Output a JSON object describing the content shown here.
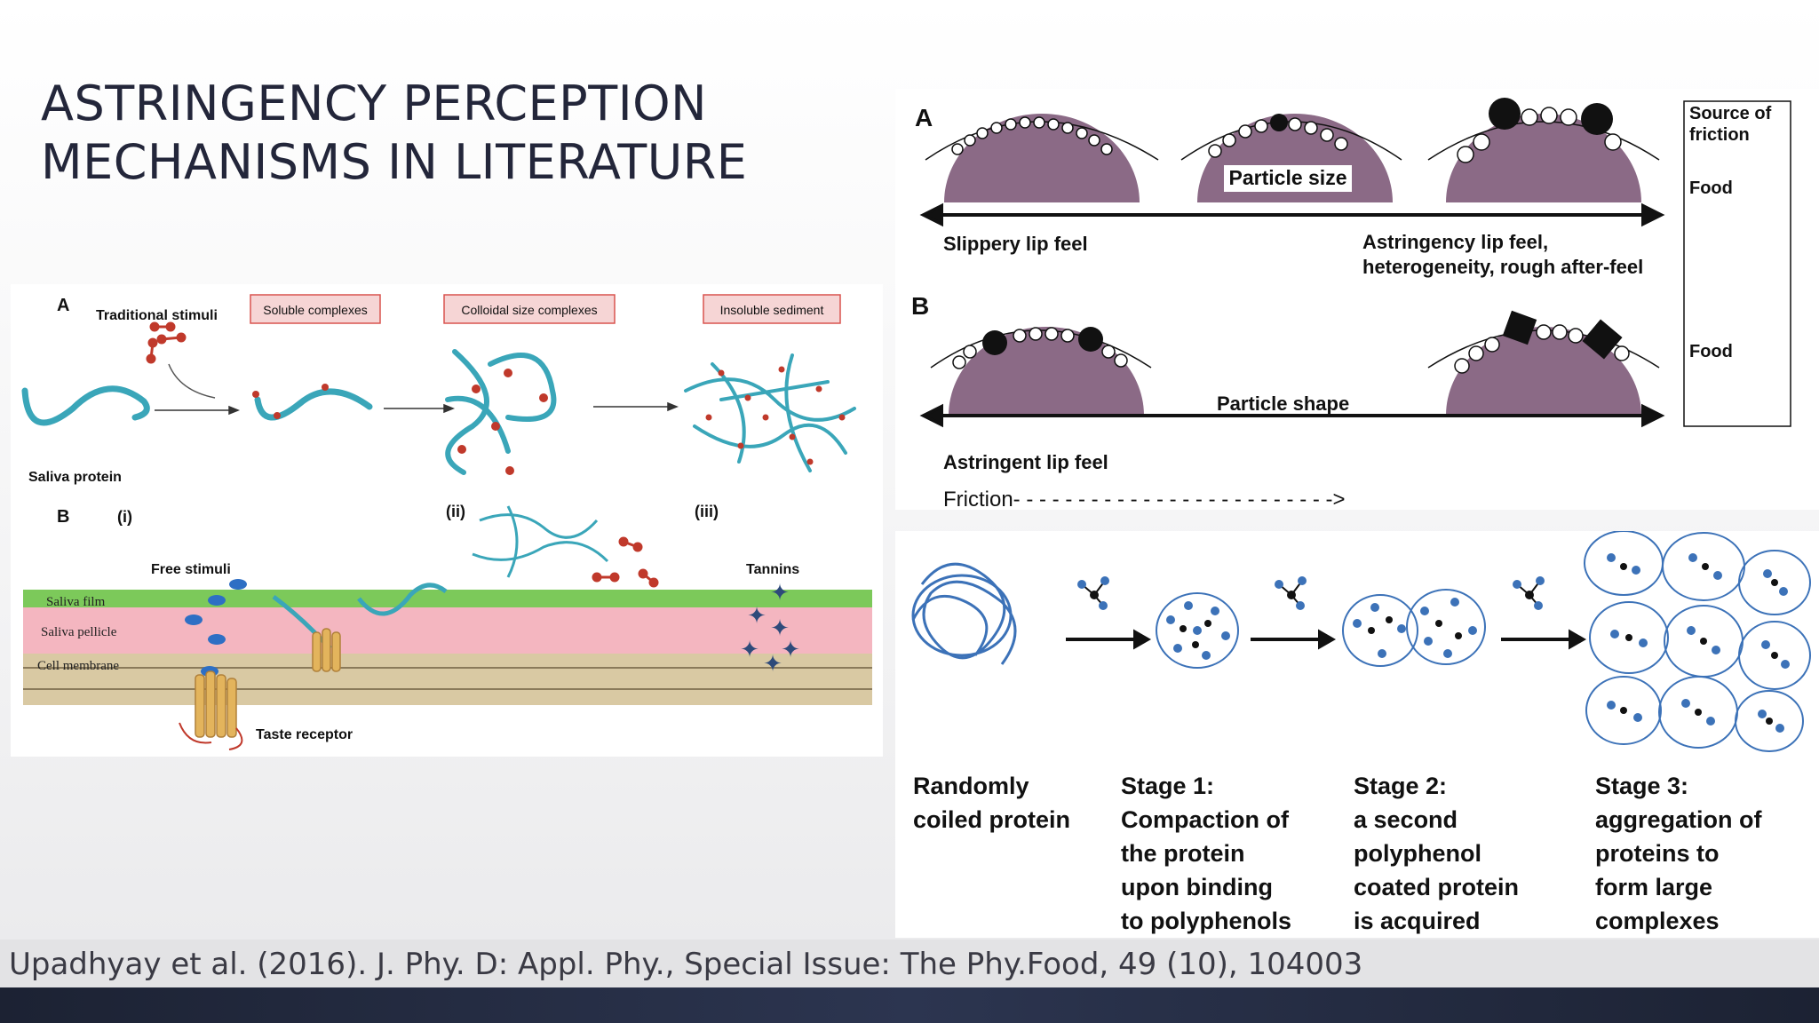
{
  "slide": {
    "title_line1": "ASTRINGENCY PERCEPTION",
    "title_line2": "MECHANISMS IN LITERATURE",
    "citation": "Upadhyay et al. (2016). J. Phy. D: Appl. Phy., Special Issue: The Phy.Food, 49 (10), 104003"
  },
  "left_figure": {
    "label_a": "A",
    "traditional_stimuli": "Traditional stimuli",
    "box_soluble": "Soluble complexes",
    "box_colloidal": "Colloidal size complexes",
    "box_insoluble": "Insoluble sediment",
    "saliva_protein": "Saliva protein",
    "label_b": "B",
    "stage_i": "(i)",
    "stage_ii": "(ii)",
    "stage_iii": "(iii)",
    "free_stimuli": "Free stimuli",
    "tannins": "Tannins",
    "saliva_film": "Saliva film",
    "saliva_pellicle": "Saliva pellicle",
    "cell_membrane": "Cell membrane",
    "taste_receptor": "Taste receptor",
    "colors": {
      "protein": "#3aa6b9",
      "stimuli": "#c0392b",
      "film": "#7cc95a",
      "pellicle": "#f4b6c0",
      "membrane": "#d9c9a3",
      "stimuli_blue": "#2e6fc4"
    }
  },
  "right_top_figure": {
    "label_a": "A",
    "label_b": "B",
    "particle_size": "Particle size",
    "slippery": "Slippery lip feel",
    "astringency_line1": "Astringency lip feel,",
    "astringency_line2": "heterogeneity, rough after-feel",
    "particle_shape": "Particle shape",
    "astringent_lip_feel": "Astringent lip feel",
    "friction": "Friction- - - - - - - - - - - - - - - - - - - - - - - - ->",
    "legend_source_line1": "Source of",
    "legend_source_line2": "friction",
    "legend_food_a": "Food",
    "legend_food_b": "Food",
    "colors": {
      "dome": "#8b6a86"
    }
  },
  "right_bottom_figure": {
    "stage0_line1": "Randomly",
    "stage0_line2": "coiled protein",
    "stage1_line1": "Stage 1:",
    "stage1_line2": "Compaction of",
    "stage1_line3": "the protein",
    "stage1_line4": "upon binding",
    "stage1_line5": "to  polyphenols",
    "stage2_line1": "Stage 2:",
    "stage2_line2": "a second",
    "stage2_line3": "polyphenol",
    "stage2_line4": "coated protein",
    "stage2_line5": "is acquired",
    "stage3_line1": "Stage 3:",
    "stage3_line2": "aggregation of",
    "stage3_line3": "proteins to",
    "stage3_line4": "form large",
    "stage3_line5": "complexes",
    "colors": {
      "protein": "#3c72b8",
      "polyphenol": "#111111"
    }
  }
}
